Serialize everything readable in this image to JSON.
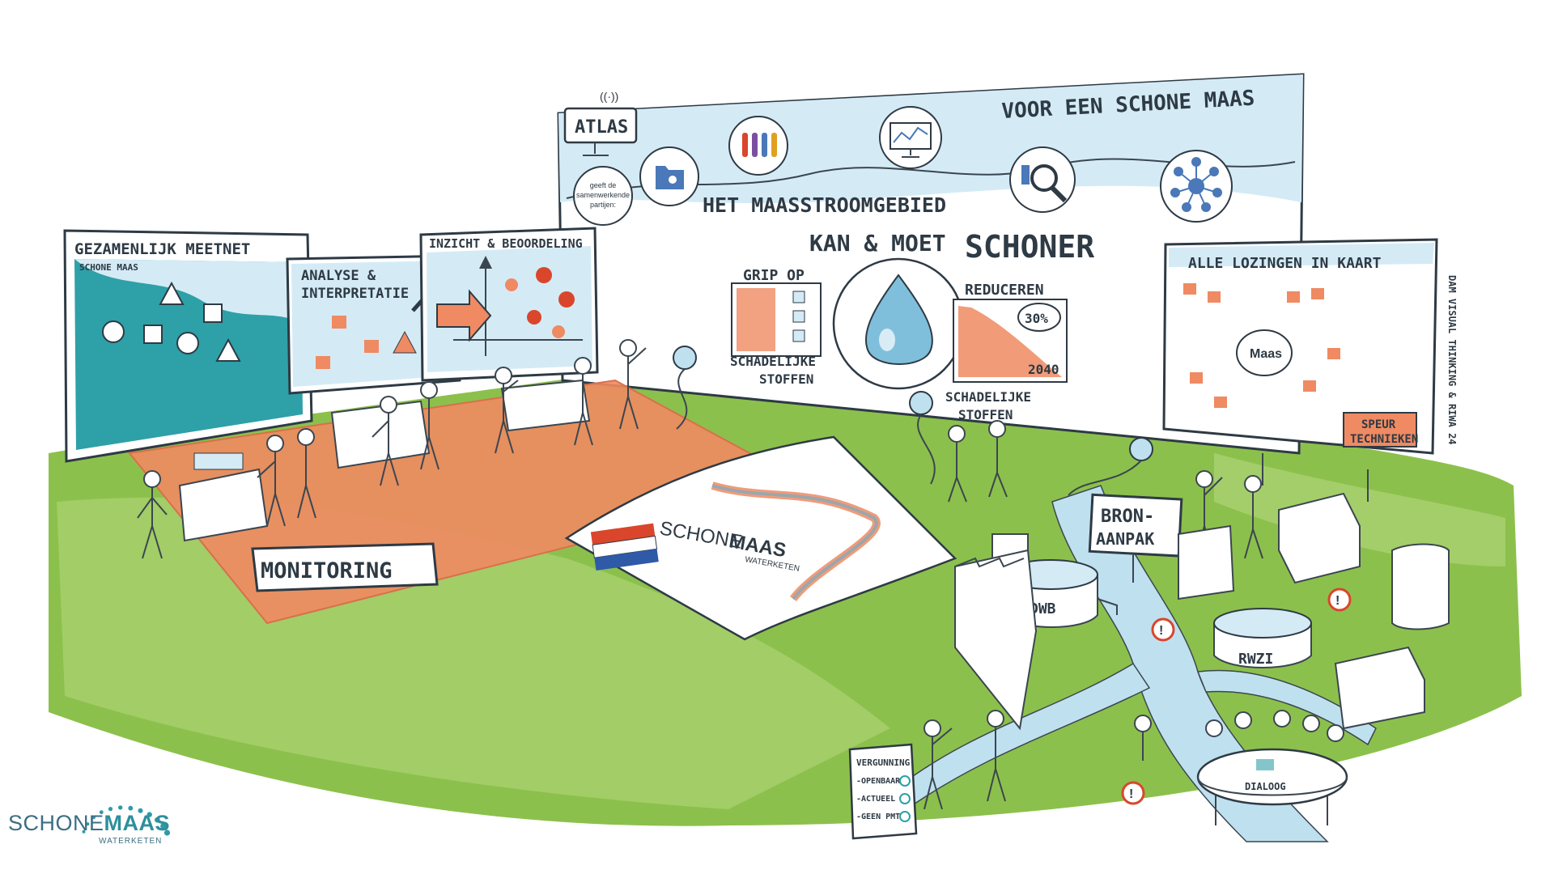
{
  "image": {
    "credit_vertical": "DAM VISUAL THINKING & RIWA 24",
    "billboard": {
      "slogan": "VOOR EEN SCHONE MAAS",
      "atlas_label": "ATLAS",
      "atlas_caption": [
        "geeft de",
        "samenwerkende",
        "partijen:"
      ],
      "headline_1": "HET MAASSTROOMGEBIED",
      "headline_2a": "KAN & MOET",
      "headline_2b": "SCHONER",
      "left_title": "GRIP OP",
      "left_caption": [
        "SCHADELIJKE",
        "STOFFEN"
      ],
      "right_title": "REDUCEREN",
      "right_caption": [
        "SCHADELIJKE",
        "STOFFEN"
      ],
      "percent": "30%",
      "year": "2040",
      "icons": [
        "folder-gear-icon",
        "test-tubes-icon",
        "monitor-chart-icon",
        "magnifier-chart-icon",
        "network-icon"
      ]
    },
    "panels": {
      "meetnet_title": "GEZAMENLIJK MEETNET",
      "meetnet_subtitle": "SCHONE MAAS",
      "analyse_title": [
        "ANALYSE &",
        "INTERPRETATIE"
      ],
      "inzicht_title": "INZICHT & BEOORDELING",
      "lozingen_title": "ALLE LOZINGEN IN KAART",
      "lozingen_center": "Maas",
      "speur_label": [
        "SPEUR",
        "TECHNIEKEN"
      ]
    },
    "signs": {
      "monitoring": "MONITORING",
      "bronaanpak": [
        "BRON-",
        "AANPAK"
      ],
      "dwb": "DWB",
      "rwzi": "RWZI",
      "dialoog": "DIALOOG",
      "vergunning_title": "VERGUNNING",
      "vergunning_items": [
        "-OPENBAAR",
        "-ACTUEEL",
        "-GEEN PMT"
      ]
    },
    "mat": {
      "brand_light": "SCHONE",
      "brand_bold": "MAAS",
      "brand_sub": "WATERKETEN"
    }
  },
  "logo": {
    "word_light": "SCHONE",
    "word_bold": "MAAS",
    "sub": "WATERKETEN",
    "dot_color": "#2e9aa8"
  },
  "colors": {
    "grass": "#8cc04c",
    "grass_light": "#b4d77e",
    "orange": "#ef8a62",
    "teal": "#2ea0a8",
    "blue_light": "#d4ebf6",
    "river": "#bfe0ef",
    "alert_red": "#d9462c"
  }
}
